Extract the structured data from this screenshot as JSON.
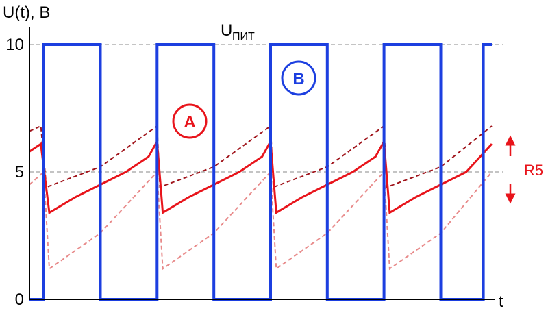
{
  "chart_data": {
    "type": "line",
    "ylabel": "U(t), B",
    "xlabel": "t",
    "ylim": [
      0,
      10
    ],
    "yticks": [
      0,
      5,
      10
    ],
    "reference_lines": [
      {
        "y": 10,
        "style": "dashed",
        "color": "#888888"
      },
      {
        "y": 5,
        "style": "dashed",
        "color": "#888888"
      }
    ],
    "supply_label": {
      "main": "U",
      "sub": "ПИТ"
    },
    "markers": [
      {
        "label": "A",
        "color": "#e8141b"
      },
      {
        "label": "B",
        "color": "#1c3fe0"
      }
    ],
    "range_label": {
      "text": "R5",
      "color": "#e8141b"
    },
    "series": [
      {
        "color": "#1c3fe0",
        "style": "solid",
        "points": [
          [
            0,
            0
          ],
          [
            0.5,
            0
          ],
          [
            0.5,
            10
          ],
          [
            2.5,
            10
          ],
          [
            2.5,
            0
          ],
          [
            4.5,
            0
          ],
          [
            4.5,
            10
          ],
          [
            6.5,
            10
          ],
          [
            6.5,
            0
          ],
          [
            8.5,
            0
          ],
          [
            8.5,
            10
          ],
          [
            10.5,
            10
          ],
          [
            10.5,
            0
          ],
          [
            12.5,
            0
          ],
          [
            12.5,
            10
          ],
          [
            14.5,
            10
          ],
          [
            14.5,
            0
          ],
          [
            16.0,
            0
          ],
          [
            16.0,
            10
          ],
          [
            16.3,
            10
          ]
        ]
      },
      {
        "color": "#e8141b",
        "style": "solid",
        "points": [
          [
            0,
            5.8
          ],
          [
            0.4,
            6.1
          ],
          [
            0.7,
            3.4
          ],
          [
            1.6,
            4.0
          ],
          [
            2.5,
            4.5
          ],
          [
            3.4,
            5.0
          ],
          [
            4.2,
            5.6
          ],
          [
            4.5,
            6.2
          ],
          [
            4.7,
            3.4
          ],
          [
            5.6,
            4.0
          ],
          [
            6.5,
            4.5
          ],
          [
            7.4,
            5.0
          ],
          [
            8.2,
            5.6
          ],
          [
            8.5,
            6.2
          ],
          [
            8.7,
            3.4
          ],
          [
            9.6,
            4.0
          ],
          [
            10.5,
            4.5
          ],
          [
            11.4,
            5.0
          ],
          [
            12.2,
            5.6
          ],
          [
            12.5,
            6.2
          ],
          [
            12.7,
            3.4
          ],
          [
            13.6,
            4.0
          ],
          [
            14.5,
            4.5
          ],
          [
            15.4,
            5.0
          ],
          [
            16.3,
            6.1
          ]
        ]
      },
      {
        "color": "#a0141b",
        "style": "dashed",
        "points": [
          [
            0,
            6.6
          ],
          [
            0.4,
            6.8
          ],
          [
            0.6,
            4.4
          ],
          [
            2.5,
            5.2
          ],
          [
            4.5,
            6.8
          ],
          [
            4.6,
            4.4
          ],
          [
            6.5,
            5.2
          ],
          [
            8.5,
            6.8
          ],
          [
            8.6,
            4.4
          ],
          [
            10.5,
            5.2
          ],
          [
            12.5,
            6.8
          ],
          [
            12.6,
            4.4
          ],
          [
            14.5,
            5.2
          ],
          [
            16.3,
            6.8
          ]
        ]
      },
      {
        "color": "#e88a8a",
        "style": "dashed",
        "points": [
          [
            0,
            4.5
          ],
          [
            0.5,
            5.0
          ],
          [
            0.7,
            1.2
          ],
          [
            2.5,
            2.6
          ],
          [
            4.5,
            5.0
          ],
          [
            4.7,
            1.2
          ],
          [
            6.5,
            2.6
          ],
          [
            8.5,
            5.0
          ],
          [
            8.7,
            1.2
          ],
          [
            10.5,
            2.6
          ],
          [
            12.5,
            5.0
          ],
          [
            12.7,
            1.2
          ],
          [
            14.5,
            2.6
          ],
          [
            16.3,
            5.0
          ]
        ]
      }
    ]
  }
}
